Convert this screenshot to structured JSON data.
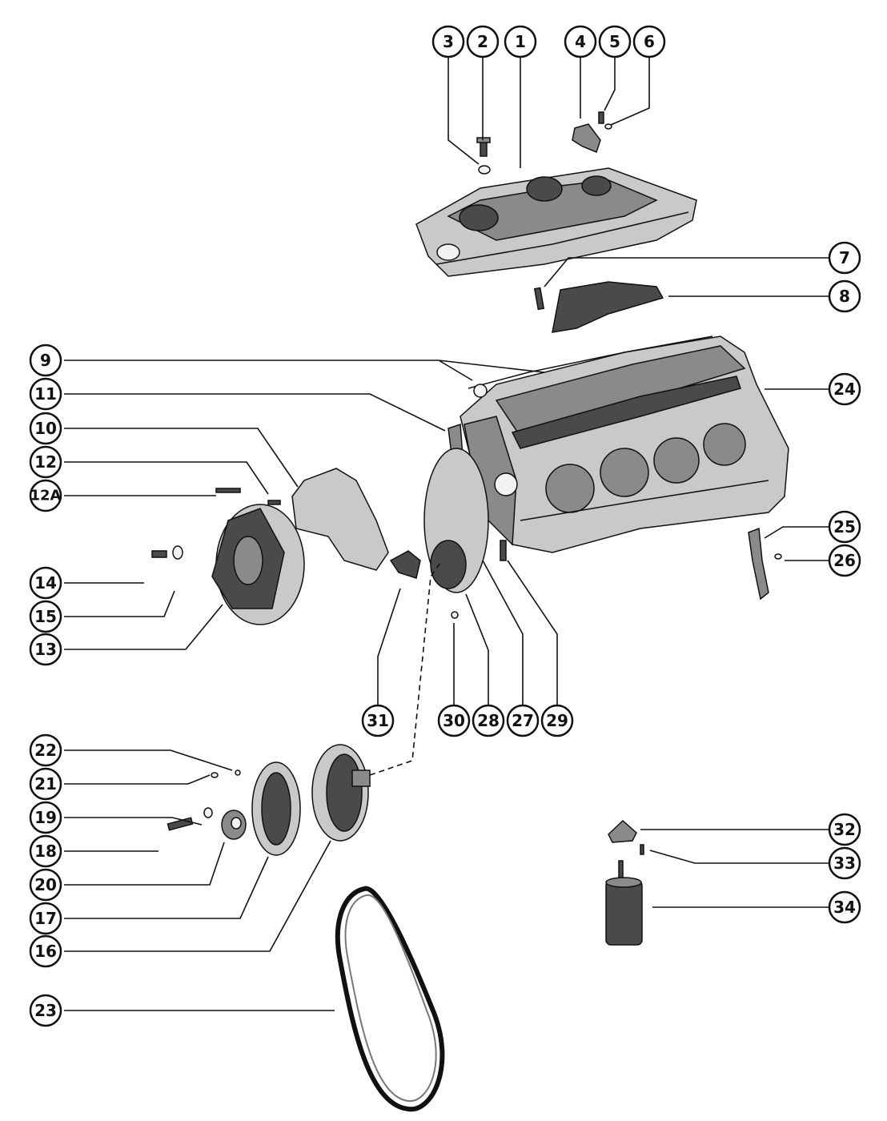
{
  "callouts": [
    "1",
    "2",
    "3",
    "4",
    "5",
    "6",
    "7",
    "8",
    "9",
    "10",
    "11",
    "12",
    "12A",
    "13",
    "14",
    "15",
    "16",
    "17",
    "18",
    "19",
    "20",
    "21",
    "22",
    "23",
    "24",
    "25",
    "26",
    "27",
    "28",
    "29",
    "30",
    "31",
    "32",
    "33",
    "34"
  ],
  "colors": {
    "ink": "#111111",
    "paper": "#ffffff"
  }
}
